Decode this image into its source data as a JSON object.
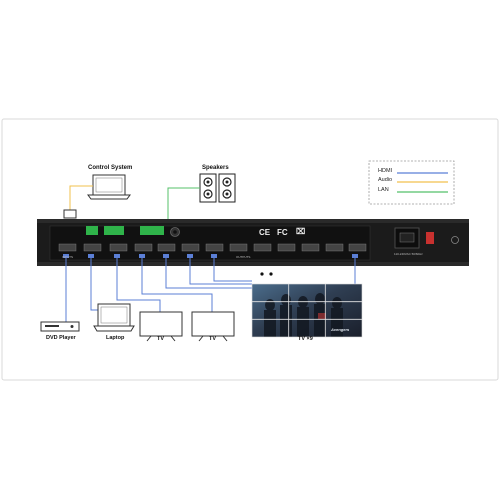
{
  "labels": {
    "control_system": "Control System",
    "speakers": "Speakers",
    "dvd_player": "DVD Player",
    "laptop": "Laptop",
    "tv_1": "TV",
    "tv_2": "TV",
    "video_wall": "TV ×9",
    "wall_title": "Avengers"
  },
  "legend": {
    "items": [
      {
        "label": "HDMI",
        "color": "#5b7fd6"
      },
      {
        "label": "Audio",
        "color": "#f2c14e"
      },
      {
        "label": "LAN",
        "color": "#54c06a"
      }
    ]
  },
  "device": {
    "mark_ce": "CE",
    "mark_fc": "FC",
    "inputs_text": "INPUTS",
    "outputs_text": "OUTPUTS",
    "power_text": "110-240VAC 50/60Hz"
  },
  "colors": {
    "hdmi": "#5b7fd6",
    "audio": "#f2c14e",
    "lan": "#54c06a",
    "chassis": "#1b1b1b",
    "terminal": "#2fb34a"
  }
}
